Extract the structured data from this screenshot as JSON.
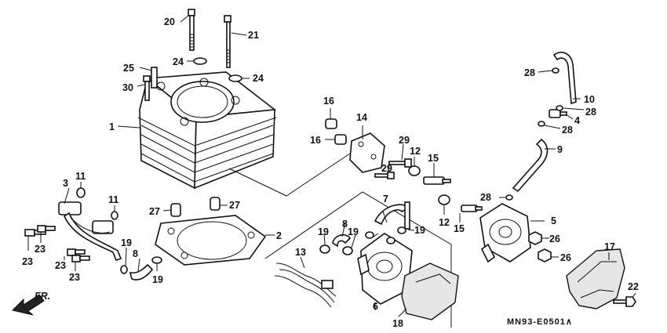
{
  "diagram_code": "MN93-E0501∧",
  "front_indicator": "FR.",
  "callouts": [
    "1",
    "2",
    "3",
    "4",
    "5",
    "6",
    "7",
    "8",
    "8",
    "10",
    "11",
    "11",
    "12",
    "12",
    "13",
    "14",
    "15",
    "15",
    "16",
    "16",
    "17",
    "18",
    "19",
    "19",
    "19",
    "19",
    "19",
    "20",
    "21",
    "22",
    "23",
    "23",
    "23",
    "23",
    "24",
    "24",
    "25",
    "26",
    "26",
    "27",
    "27",
    "28",
    "28",
    "28",
    "28",
    "29",
    "29",
    "30",
    "9"
  ],
  "colors": {
    "line": "#111111",
    "background": "#ffffff",
    "shade": "#e6e6e6"
  }
}
